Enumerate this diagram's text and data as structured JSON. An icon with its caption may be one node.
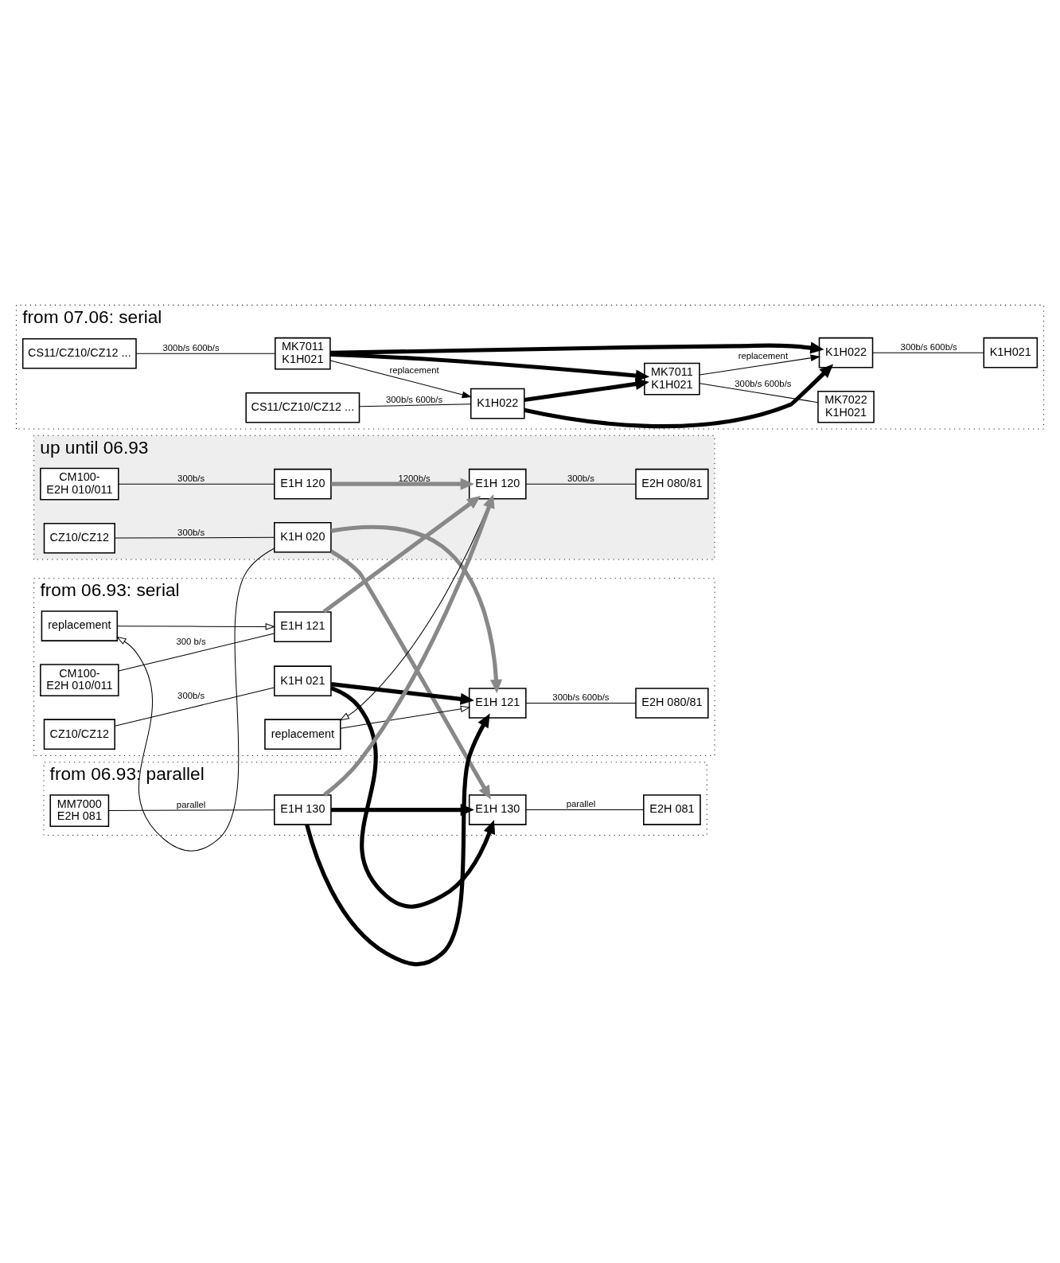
{
  "diagram": {
    "nodes": [
      {
        "text": [
          "up until 06.93"
        ]
      },
      {
        "text": [
          "CM100-",
          "E2H 010/011"
        ],
        "in": 0
      },
      {
        "text": [
          "E1H 120"
        ],
        "in": 0
      },
      {
        "text": [
          "CZ10/CZ12"
        ],
        "in": 0
      },
      {
        "text": [
          "K1H 020"
        ],
        "in": 0
      },
      {
        "text": [
          "E1H 120"
        ],
        "in": 0
      },
      {
        "text": [
          "E2H 080/81"
        ],
        "in": 0
      },
      {
        "text": [
          "from 06.93: serial"
        ]
      },
      {
        "text": [
          "replacement"
        ],
        "in": 7
      },
      {
        "text": [
          "CM100-",
          "E2H 010/011"
        ],
        "in": 7
      },
      {
        "text": [
          "E1H 121"
        ],
        "in": 7
      },
      {
        "text": [
          "CZ10/CZ12"
        ],
        "in": 7
      },
      {
        "text": [
          "K1H 021"
        ],
        "in": 7
      },
      {
        "text": [
          "replacement"
        ],
        "in": 7
      },
      {
        "text": [
          "E1H 121"
        ],
        "in": 7
      },
      {
        "text": [
          "E2H 080/81"
        ],
        "in": 7
      },
      {
        "text": [
          "from 06.93: parallel"
        ]
      },
      {
        "text": [
          "MM7000",
          "E2H 081"
        ],
        "in": 16
      },
      {
        "text": [
          "E1H 130"
        ],
        "in": 16
      },
      {
        "text": [
          "E1H 130"
        ],
        "in": 16
      },
      {
        "text": [
          "E2H 081"
        ],
        "in": 16
      },
      {
        "text": [
          "from 07.06: serial"
        ]
      },
      {
        "text": [
          "CS11/CZ10/CZ12 ..."
        ],
        "in": 21
      },
      {
        "text": [
          "MK7011",
          "K1H021"
        ],
        "in": 21
      },
      {
        "text": [
          "CS11/CZ10/CZ12 ..."
        ],
        "in": 21
      },
      {
        "text": [
          "K1H022"
        ],
        "in": 21
      },
      {
        "text": [
          "MK7011",
          "K1H021"
        ],
        "in": 21
      },
      {
        "text": [
          "MK7022",
          "K1H021"
        ],
        "in": 21
      },
      {
        "text": [
          "K1H022"
        ],
        "in": 21
      },
      {
        "text": [
          "K1H021"
        ],
        "in": 21
      }
    ],
    "edges": [
      {
        "from": 1,
        "to": 2,
        "arrow": "none",
        "label": "300b/s"
      },
      {
        "from": 3,
        "to": 4,
        "arrow": "none",
        "label": "300b/s"
      },
      {
        "from": 2,
        "to": 5,
        "arrow": "to",
        "label": "1200b/s",
        "style": "thick",
        "color": "#888888"
      },
      {
        "from": 5,
        "to": 6,
        "arrow": "none",
        "label": "300b/s"
      },
      {
        "from": 4,
        "to": 8,
        "arrow": "to"
      },
      {
        "from": 8,
        "to": 10,
        "arrow": "to"
      },
      {
        "from": 5,
        "to": 13,
        "arrow": "to"
      },
      {
        "from": 13,
        "to": 14,
        "arrow": "to"
      },
      {
        "from": 4,
        "to": 14,
        "arrow": "to",
        "style": "thick",
        "color": "#888888"
      },
      {
        "from": 4,
        "to": 19,
        "arrow": "to",
        "style": "thick",
        "color": "#888888"
      },
      {
        "from": 10,
        "to": 5,
        "arrow": "to",
        "style": "thick",
        "color": "#888888"
      },
      {
        "from": 18,
        "to": 5,
        "arrow": "to",
        "style": "thick",
        "color": "#888888"
      },
      {
        "from": 9,
        "to": 10,
        "arrow": "none",
        "label": "300 b/s"
      },
      {
        "from": 11,
        "to": 12,
        "arrow": "none",
        "label": "300b/s"
      },
      {
        "from": 14,
        "to": 15,
        "arrow": "none",
        "label": "300b/s 600b/s"
      },
      {
        "from": 12,
        "to": 14,
        "arrow": "to",
        "style": "thick"
      },
      {
        "from": 12,
        "to": 19,
        "arrow": "to",
        "style": "thick"
      },
      {
        "from": 18,
        "to": 14,
        "arrow": "to",
        "style": "thick"
      },
      {
        "from": 18,
        "to": 19,
        "arrow": "to",
        "style": "thick"
      },
      {
        "from": 17,
        "to": 18,
        "arrow": "none",
        "label": "parallel"
      },
      {
        "from": 19,
        "to": 20,
        "arrow": "none",
        "label": "parallel"
      },
      {
        "from": 22,
        "to": 23,
        "arrow": "none",
        "label": "300b/s 600b/s"
      },
      {
        "from": 24,
        "to": 25,
        "arrow": "none",
        "label": "300b/s 600b/s"
      },
      {
        "from": 26,
        "to": 27,
        "arrow": "none",
        "label": "300b/s 600b/s"
      },
      {
        "from": 28,
        "to": 29,
        "arrow": "none",
        "label": "300b/s 600b/s"
      },
      {
        "from": 23,
        "to": 25,
        "arrow": "to",
        "label": "replacement"
      },
      {
        "from": 26,
        "to": 28,
        "arrow": "to",
        "label": "replacement"
      },
      {
        "from": 23,
        "to": 26,
        "arrow": "to",
        "style": "thick"
      },
      {
        "from": 23,
        "to": 28,
        "arrow": "to",
        "style": "thick"
      },
      {
        "from": 25,
        "to": 26,
        "arrow": "to",
        "style": "thick"
      },
      {
        "from": 25,
        "to": 28,
        "arrow": "to",
        "style": "thick"
      }
    ]
  }
}
